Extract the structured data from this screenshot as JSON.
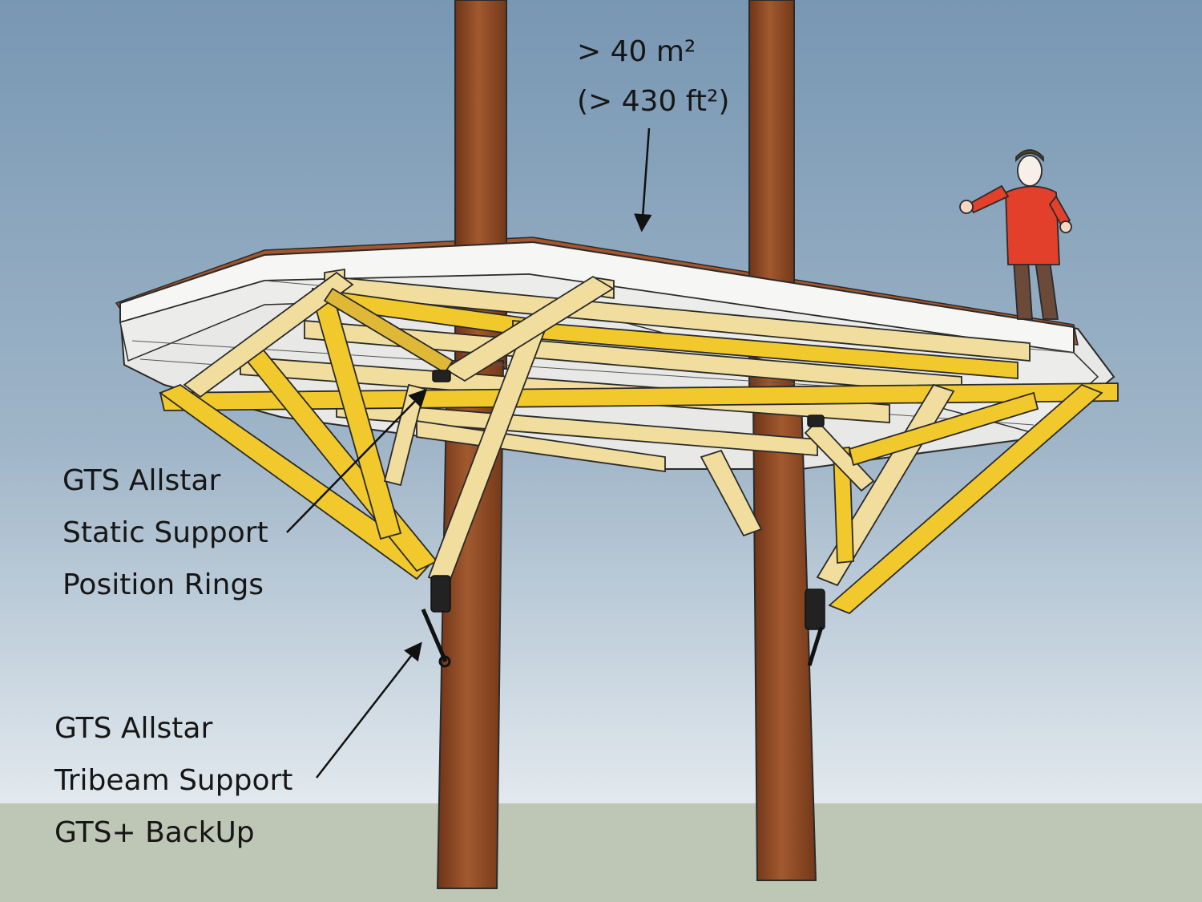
{
  "area_label": {
    "line1": "> 40 m²",
    "line2": "(> 430 ft²)"
  },
  "static_support_label": {
    "line1": "GTS Allstar",
    "line2": "Static Support",
    "line3": "Position Rings"
  },
  "tribeam_support_label": {
    "line1": "GTS Allstar",
    "line2": "Tribeam Support",
    "line3": "GTS+ BackUp"
  },
  "colors": {
    "sky_top": "#7b9ab6",
    "sky_bottom": "#dde6ec",
    "ground": "#bec7b6",
    "trunk": "#8e4a26",
    "beam_yellow": "#f2c92c",
    "beam_light": "#f1de9e",
    "deck_white": "#f4f4f2",
    "shirt_red": "#e2402a"
  },
  "icons": [
    "person-figure",
    "arrow-icon"
  ]
}
